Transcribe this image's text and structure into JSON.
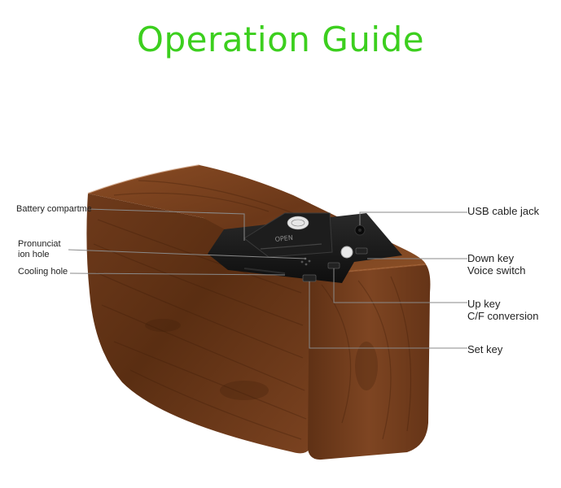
{
  "title": "Operation Guide",
  "labels": {
    "battery": "Battery compartment",
    "pronunciation_line1": "Pronunciat",
    "pronunciation_line2": "ion hole",
    "cooling": "Cooling hole",
    "usb": "USB cable jack",
    "down_line1": "Down key",
    "down_line2": "Voice switch",
    "up_line1": "Up key",
    "up_line2": "C/F conversion",
    "set": "Set key"
  },
  "panel_marking": "OPEN",
  "colors": {
    "title_green": "#3ccf1e",
    "wood_dark": "#5a2e12",
    "wood_mid": "#7a4220",
    "wood_light": "#9a5a30",
    "panel_black": "#141414",
    "leader_line": "#8a8a8a"
  },
  "icons": {
    "battery_cover": "battery-cover-icon",
    "usb_jack": "usb-jack-icon",
    "buttons": "push-button-icon"
  }
}
